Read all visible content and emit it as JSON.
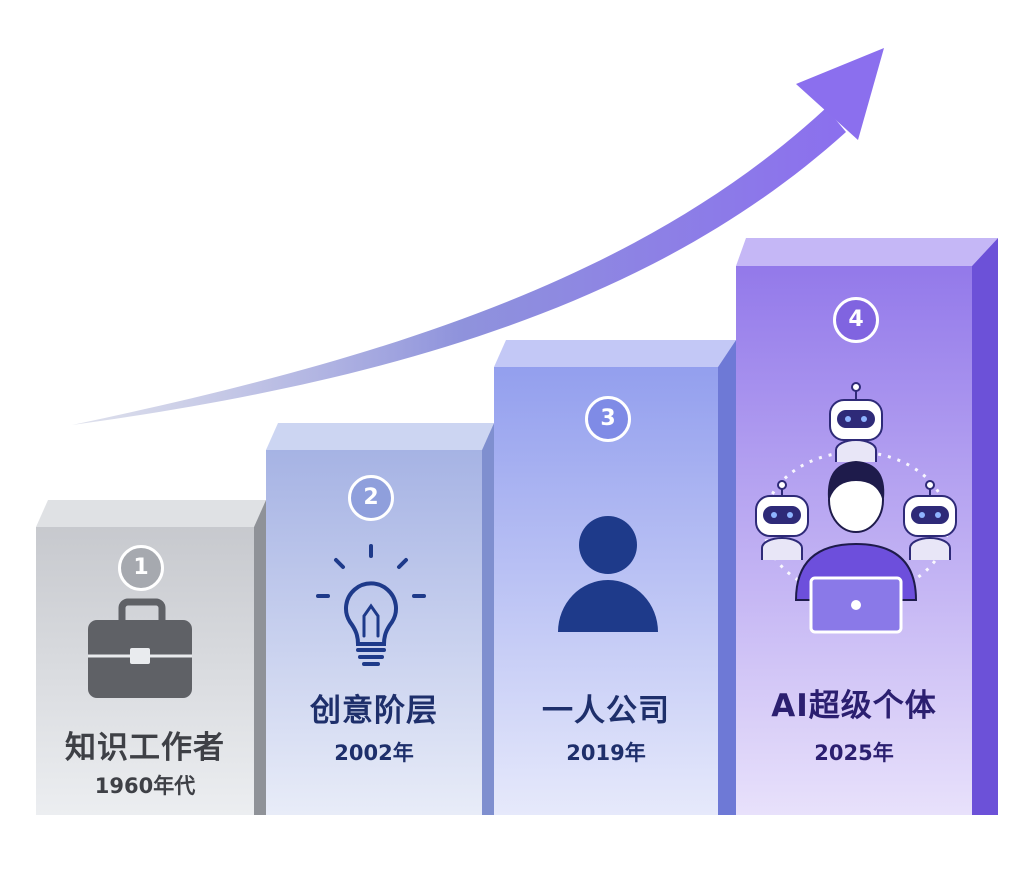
{
  "stages": [
    {
      "number": "1",
      "title": "知识工作者",
      "year": "1960年代",
      "icon": "briefcase-icon"
    },
    {
      "number": "2",
      "title": "创意阶层",
      "year": "2002年",
      "icon": "lightbulb-icon"
    },
    {
      "number": "3",
      "title": "一人公司",
      "year": "2019年",
      "icon": "person-icon"
    },
    {
      "number": "4",
      "title": "AI超级个体",
      "year": "2025年",
      "icon": "person-with-robots-icon"
    }
  ],
  "colors": {
    "stage1": "#b9bcc2",
    "stage2": "#a9b6e6",
    "stage3": "#9aa6ee",
    "stage4": "#9a84e8",
    "arrow": "#8b7be6",
    "icon_dark": "#1e3a8a",
    "icon_gray": "#5f6166"
  }
}
